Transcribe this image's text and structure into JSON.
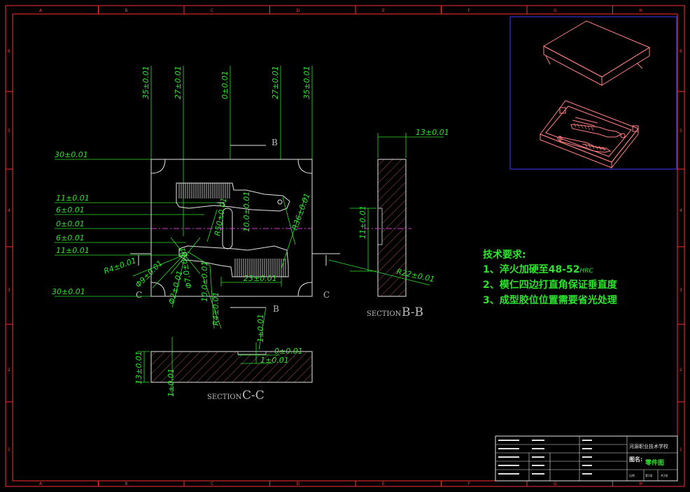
{
  "border": {
    "top_letters": [
      "A",
      "B",
      "C",
      "D",
      "E",
      "F",
      "G",
      "H"
    ],
    "side_numbers": [
      "6",
      "5",
      "4",
      "3",
      "2",
      "1"
    ]
  },
  "colors": {
    "dimension": "#2ee32e",
    "outline": "#e6e6e6",
    "frame": "#ff3030",
    "part": "#ff8080",
    "centerline": "#d63bd6",
    "inset_frame": "#3a3aff"
  },
  "main_view": {
    "top_dims": [
      "35±0.01",
      "27±0.01",
      "0±0.01",
      "27±0.01",
      "35±0.01"
    ],
    "left_dims": [
      "30±0.01",
      "11±0.01",
      "6±0.01",
      "0±0.01",
      "6±0.01",
      "11±0.01",
      "30±0.01"
    ],
    "inner_dims": [
      "R50±0.01",
      "10.0±0.01",
      "R36±0.01",
      "R4±0.01",
      "Φ9±0.01",
      "Φ2±0.01",
      "Φ7.0±0.01",
      "10.0±0.01",
      "R4±0.01",
      "23±0.01"
    ],
    "labels": {
      "b_top": "B",
      "b_bottom": "B",
      "c_left": "C",
      "c_right": "C"
    }
  },
  "section_bb": {
    "dims": [
      "13±0.01",
      "11±0.01",
      "R22±0.01"
    ],
    "title_prefix": "SECTION",
    "title_code": "B-B"
  },
  "section_cc": {
    "dims": [
      "13±0.01",
      "1±0.01",
      "1±0.01",
      "0±0.01",
      "1±0.01"
    ],
    "title_prefix": "SECTION",
    "title_code": "C-C"
  },
  "requirements": {
    "title": "技术要求:",
    "items": [
      {
        "prefix": "1、淬火加硬至48-52",
        "suffix": "HRC"
      },
      {
        "prefix": "2、模仁四边打直角保证垂直度",
        "suffix": ""
      },
      {
        "prefix": "3、成型胶位位置需要省光处理",
        "suffix": ""
      }
    ]
  },
  "title_block": {
    "school": "河源职业技术学校",
    "name_label": "图名:",
    "name_value": "零件图",
    "ratio_label": "比例",
    "sheet_label": "第1张",
    "total_label": "共1张"
  }
}
